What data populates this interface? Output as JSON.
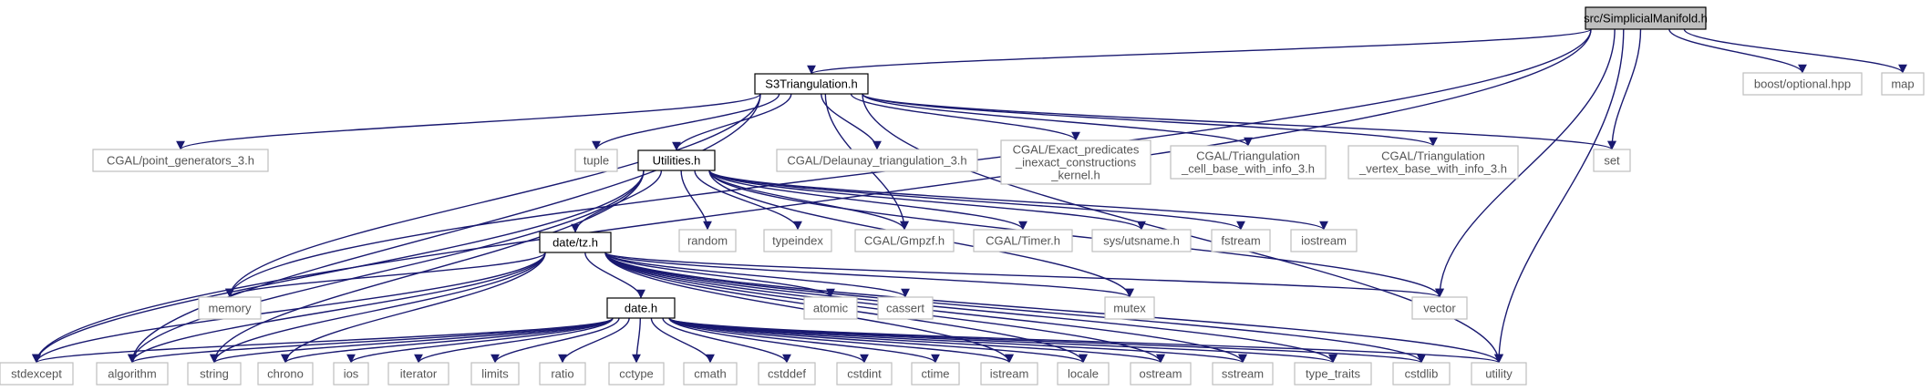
{
  "diagram": {
    "root": "src/SimplicialManifold.h",
    "nodes": [
      {
        "id": "src_simplicialmanifold",
        "label": "src/SimplicialManifold.h",
        "kind": "root"
      },
      {
        "id": "s3triangulation",
        "label": "S3Triangulation.h",
        "kind": "project"
      },
      {
        "id": "utilities",
        "label": "Utilities.h",
        "kind": "project"
      },
      {
        "id": "date_tz",
        "label": "date/tz.h",
        "kind": "project"
      },
      {
        "id": "date",
        "label": "date.h",
        "kind": "project"
      },
      {
        "id": "boost_optional",
        "label": "boost/optional.hpp",
        "kind": "external"
      },
      {
        "id": "map",
        "label": "map",
        "kind": "external"
      },
      {
        "id": "set",
        "label": "set",
        "kind": "external"
      },
      {
        "id": "cgal_point_generators",
        "label": "CGAL/point_generators_3.h",
        "kind": "external"
      },
      {
        "id": "tuple",
        "label": "tuple",
        "kind": "external"
      },
      {
        "id": "cgal_delaunay",
        "label": "CGAL/Delaunay_triangulation_3.h",
        "kind": "external"
      },
      {
        "id": "cgal_exact_predicates",
        "label": "CGAL/Exact_predicates\n_inexact_constructions\n_kernel.h",
        "kind": "external"
      },
      {
        "id": "cgal_cell_base",
        "label": "CGAL/Triangulation\n_cell_base_with_info_3.h",
        "kind": "external"
      },
      {
        "id": "cgal_vertex_base",
        "label": "CGAL/Triangulation\n_vertex_base_with_info_3.h",
        "kind": "external"
      },
      {
        "id": "random",
        "label": "random",
        "kind": "external"
      },
      {
        "id": "typeindex",
        "label": "typeindex",
        "kind": "external"
      },
      {
        "id": "cgal_gmpzf",
        "label": "CGAL/Gmpzf.h",
        "kind": "external"
      },
      {
        "id": "cgal_timer",
        "label": "CGAL/Timer.h",
        "kind": "external"
      },
      {
        "id": "sys_utsname",
        "label": "sys/utsname.h",
        "kind": "external"
      },
      {
        "id": "fstream",
        "label": "fstream",
        "kind": "external"
      },
      {
        "id": "iostream",
        "label": "iostream",
        "kind": "external"
      },
      {
        "id": "memory",
        "label": "memory",
        "kind": "external"
      },
      {
        "id": "atomic",
        "label": "atomic",
        "kind": "external"
      },
      {
        "id": "cassert",
        "label": "cassert",
        "kind": "external"
      },
      {
        "id": "mutex",
        "label": "mutex",
        "kind": "external"
      },
      {
        "id": "vector",
        "label": "vector",
        "kind": "external"
      },
      {
        "id": "stdexcept",
        "label": "stdexcept",
        "kind": "external"
      },
      {
        "id": "algorithm",
        "label": "algorithm",
        "kind": "external"
      },
      {
        "id": "string",
        "label": "string",
        "kind": "external"
      },
      {
        "id": "chrono",
        "label": "chrono",
        "kind": "external"
      },
      {
        "id": "ios",
        "label": "ios",
        "kind": "external"
      },
      {
        "id": "iterator",
        "label": "iterator",
        "kind": "external"
      },
      {
        "id": "limits",
        "label": "limits",
        "kind": "external"
      },
      {
        "id": "ratio",
        "label": "ratio",
        "kind": "external"
      },
      {
        "id": "cctype",
        "label": "cctype",
        "kind": "external"
      },
      {
        "id": "cmath",
        "label": "cmath",
        "kind": "external"
      },
      {
        "id": "cstddef",
        "label": "cstddef",
        "kind": "external"
      },
      {
        "id": "cstdint",
        "label": "cstdint",
        "kind": "external"
      },
      {
        "id": "ctime",
        "label": "ctime",
        "kind": "external"
      },
      {
        "id": "istream",
        "label": "istream",
        "kind": "external"
      },
      {
        "id": "locale",
        "label": "locale",
        "kind": "external"
      },
      {
        "id": "ostream",
        "label": "ostream",
        "kind": "external"
      },
      {
        "id": "sstream",
        "label": "sstream",
        "kind": "external"
      },
      {
        "id": "type_traits",
        "label": "type_traits",
        "kind": "external"
      },
      {
        "id": "cstdlib",
        "label": "cstdlib",
        "kind": "external"
      },
      {
        "id": "utility",
        "label": "utility",
        "kind": "external"
      }
    ],
    "edges": [
      [
        "src_simplicialmanifold",
        "s3triangulation"
      ],
      [
        "src_simplicialmanifold",
        "boost_optional"
      ],
      [
        "src_simplicialmanifold",
        "map"
      ],
      [
        "src_simplicialmanifold",
        "set"
      ],
      [
        "src_simplicialmanifold",
        "vector"
      ],
      [
        "src_simplicialmanifold",
        "utility"
      ],
      [
        "src_simplicialmanifold",
        "stdexcept"
      ],
      [
        "src_simplicialmanifold",
        "memory"
      ],
      [
        "s3triangulation",
        "cgal_point_generators"
      ],
      [
        "s3triangulation",
        "tuple"
      ],
      [
        "s3triangulation",
        "utilities"
      ],
      [
        "s3triangulation",
        "cgal_delaunay"
      ],
      [
        "s3triangulation",
        "cgal_exact_predicates"
      ],
      [
        "s3triangulation",
        "cgal_cell_base"
      ],
      [
        "s3triangulation",
        "cgal_vertex_base"
      ],
      [
        "s3triangulation",
        "set"
      ],
      [
        "s3triangulation",
        "utility"
      ],
      [
        "s3triangulation",
        "memory"
      ],
      [
        "s3triangulation",
        "algorithm"
      ],
      [
        "s3triangulation",
        "cgal_gmpzf"
      ],
      [
        "utilities",
        "random"
      ],
      [
        "utilities",
        "typeindex"
      ],
      [
        "utilities",
        "cgal_gmpzf"
      ],
      [
        "utilities",
        "cgal_timer"
      ],
      [
        "utilities",
        "sys_utsname"
      ],
      [
        "utilities",
        "fstream"
      ],
      [
        "utilities",
        "iostream"
      ],
      [
        "utilities",
        "date_tz"
      ],
      [
        "utilities",
        "mutex"
      ],
      [
        "utilities",
        "vector"
      ],
      [
        "utilities",
        "algorithm"
      ],
      [
        "utilities",
        "string"
      ],
      [
        "utilities",
        "stdexcept"
      ],
      [
        "date_tz",
        "date"
      ],
      [
        "date_tz",
        "memory"
      ],
      [
        "date_tz",
        "atomic"
      ],
      [
        "date_tz",
        "cassert"
      ],
      [
        "date_tz",
        "mutex"
      ],
      [
        "date_tz",
        "vector"
      ],
      [
        "date_tz",
        "stdexcept"
      ],
      [
        "date_tz",
        "algorithm"
      ],
      [
        "date_tz",
        "string"
      ],
      [
        "date_tz",
        "chrono"
      ],
      [
        "date_tz",
        "istream"
      ],
      [
        "date_tz",
        "locale"
      ],
      [
        "date_tz",
        "ostream"
      ],
      [
        "date_tz",
        "sstream"
      ],
      [
        "date_tz",
        "type_traits"
      ],
      [
        "date_tz",
        "cstdlib"
      ],
      [
        "date_tz",
        "utility"
      ],
      [
        "date",
        "stdexcept"
      ],
      [
        "date",
        "algorithm"
      ],
      [
        "date",
        "string"
      ],
      [
        "date",
        "chrono"
      ],
      [
        "date",
        "ios"
      ],
      [
        "date",
        "iterator"
      ],
      [
        "date",
        "limits"
      ],
      [
        "date",
        "ratio"
      ],
      [
        "date",
        "cctype"
      ],
      [
        "date",
        "cmath"
      ],
      [
        "date",
        "cstddef"
      ],
      [
        "date",
        "cstdint"
      ],
      [
        "date",
        "ctime"
      ],
      [
        "date",
        "istream"
      ],
      [
        "date",
        "locale"
      ],
      [
        "date",
        "ostream"
      ],
      [
        "date",
        "sstream"
      ],
      [
        "date",
        "type_traits"
      ],
      [
        "date",
        "cstdlib"
      ],
      [
        "date",
        "utility"
      ]
    ]
  },
  "colors": {
    "edge": "#191970",
    "root_fill": "#bfbfbf",
    "root_stroke": "#000000",
    "project_fill": "#ffffff",
    "project_stroke": "#000000",
    "external_fill": "#ffffff",
    "external_stroke": "#bfbfbf",
    "project_text": "#000000",
    "external_text": "#555555"
  }
}
